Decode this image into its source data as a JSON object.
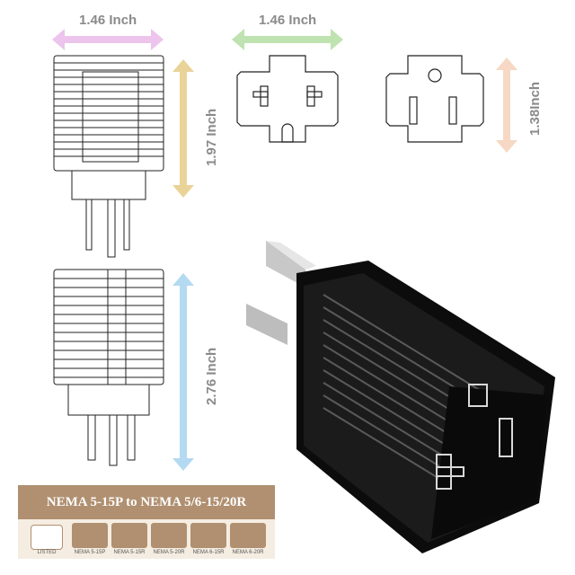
{
  "dimensions": {
    "side_width": "1.46 Inch",
    "face_width": "1.46 Inch",
    "face_height": "1.38Inch",
    "plug_height": "1.97 Inch",
    "total_height": "2.76 Inch"
  },
  "banner": "NEMA 5-15P to NEMA 5/6-15/20R",
  "listing_mark": "LISTED",
  "compat_labels": [
    "NEMA 5-15P",
    "NEMA 5-15R",
    "NEMA 5-20R",
    "NEMA 6-15R",
    "NEMA 6-20R"
  ],
  "colors": {
    "pink_arrow": "#ecc4ec",
    "green_arrow": "#bfe3b0",
    "yellow_arrow": "#ead398",
    "peach_arrow": "#f6d8c4",
    "blue_arrow": "#b4daf2",
    "banner_bg": "#b09070"
  }
}
